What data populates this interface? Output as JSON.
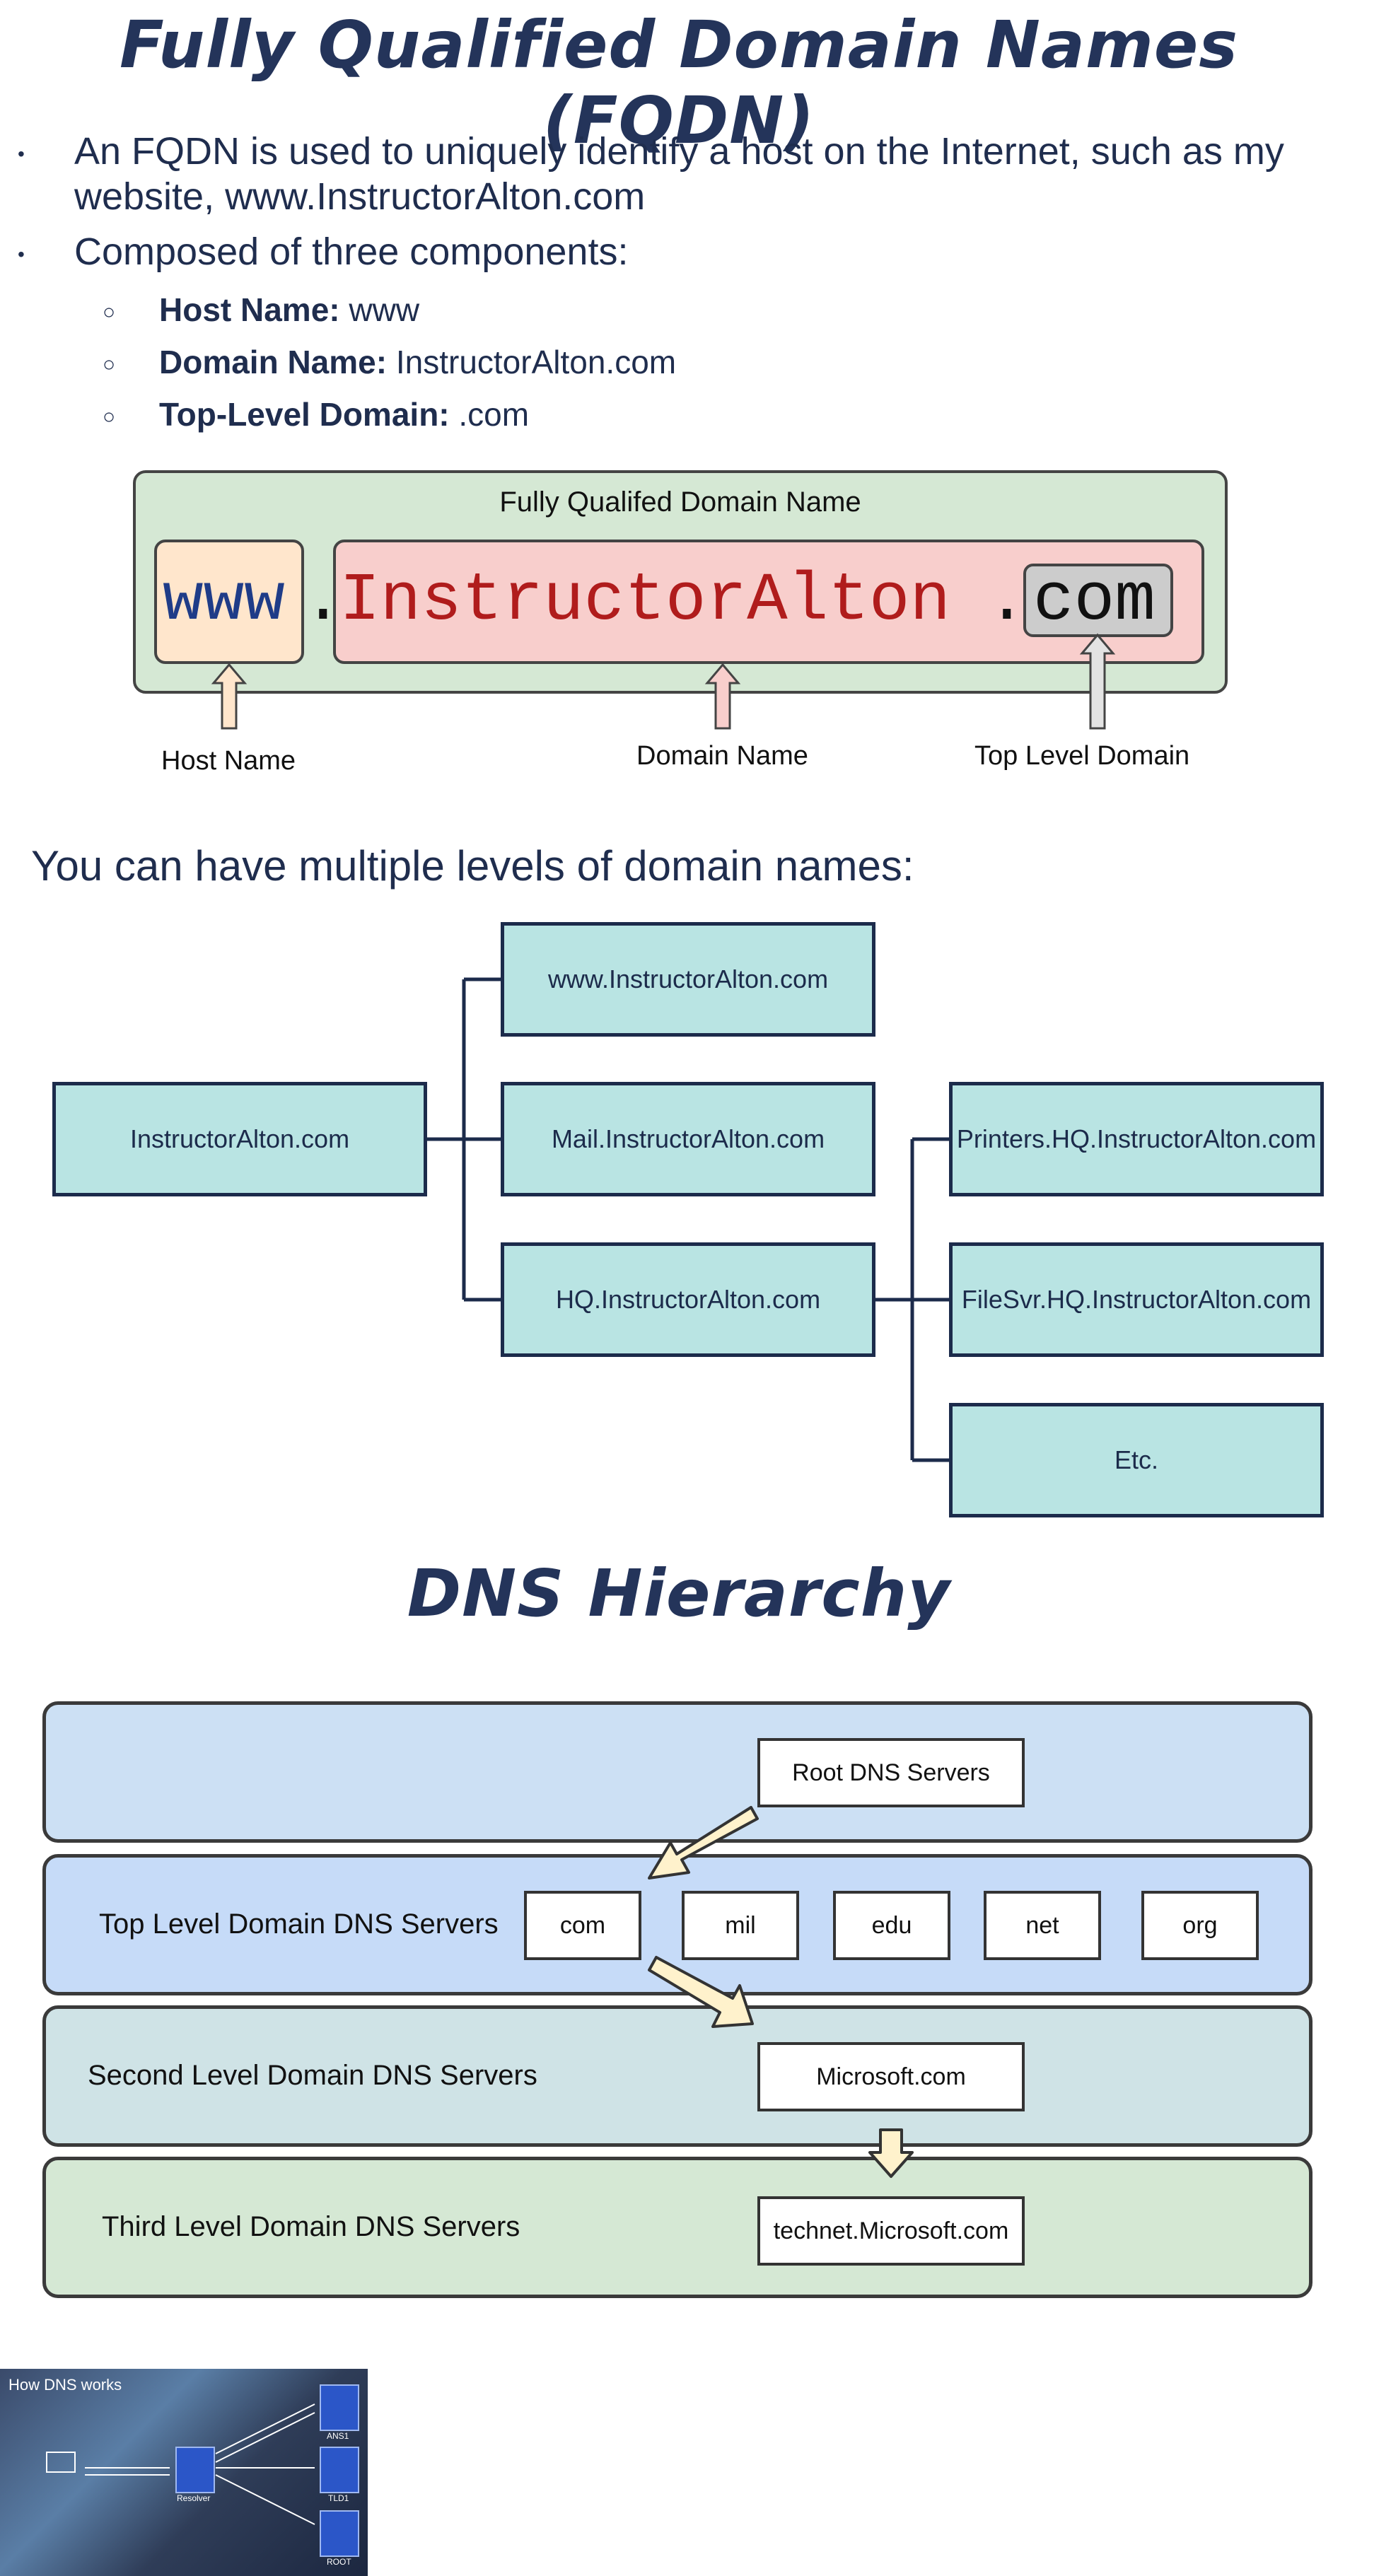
{
  "title": "Fully Qualified Domain Names (FQDN)",
  "bullets": [
    "An FQDN is used to uniquely identify a host on the Internet, such as my website, www.InstructorAlton.com",
    "Composed of three components:"
  ],
  "components": [
    {
      "label": "Host Name:",
      "value": " www"
    },
    {
      "label": "Domain Name:",
      "value": " InstructorAlton.com"
    },
    {
      "label": "Top-Level Domain:",
      "value": " .com"
    }
  ],
  "fqdn_diagram": {
    "box_label": "Fully Qualifed Domain Name",
    "host": "www",
    "dot": ".",
    "domain": "InstructorAlton",
    "tld": "com",
    "captions": {
      "host": "Host Name",
      "domain": "Domain Name",
      "tld": "Top Level Domain"
    },
    "colors": {
      "outer": "#d5e8d4",
      "host": "#ffe6cc",
      "domain": "#f8cecc",
      "tld": "#cccccc"
    }
  },
  "multi_levels": {
    "heading": "You can have multiple levels of domain names:",
    "root": "InstructorAlton.com",
    "level2": [
      "www.InstructorAlton.com",
      "Mail.InstructorAlton.com",
      "HQ.InstructorAlton.com"
    ],
    "level3": [
      "Printers.HQ.InstructorAlton.com",
      "FileSvr.HQ.InstructorAlton.com",
      "Etc."
    ]
  },
  "dns_hierarchy": {
    "title": "DNS Hierarchy",
    "root_label": "Root DNS Servers",
    "tld_label": "Top Level Domain DNS Servers",
    "tlds": [
      "com",
      "mil",
      "edu",
      "net",
      "org"
    ],
    "second_label": "Second Level Domain DNS Servers",
    "second_server": "Microsoft.com",
    "third_label": "Third Level Domain DNS Servers",
    "third_server": "technet.Microsoft.com",
    "colors": {
      "root_band": "#cce0f4",
      "tld_band": "#c6dbf8",
      "second_band": "#cfe3e6",
      "third_band": "#d5e8d4",
      "arrow": "#fff2cc"
    }
  },
  "thumbnail": {
    "title": "How DNS works",
    "labels": [
      "ANS1",
      "TLD1",
      "ROOT",
      "Resolver"
    ]
  }
}
